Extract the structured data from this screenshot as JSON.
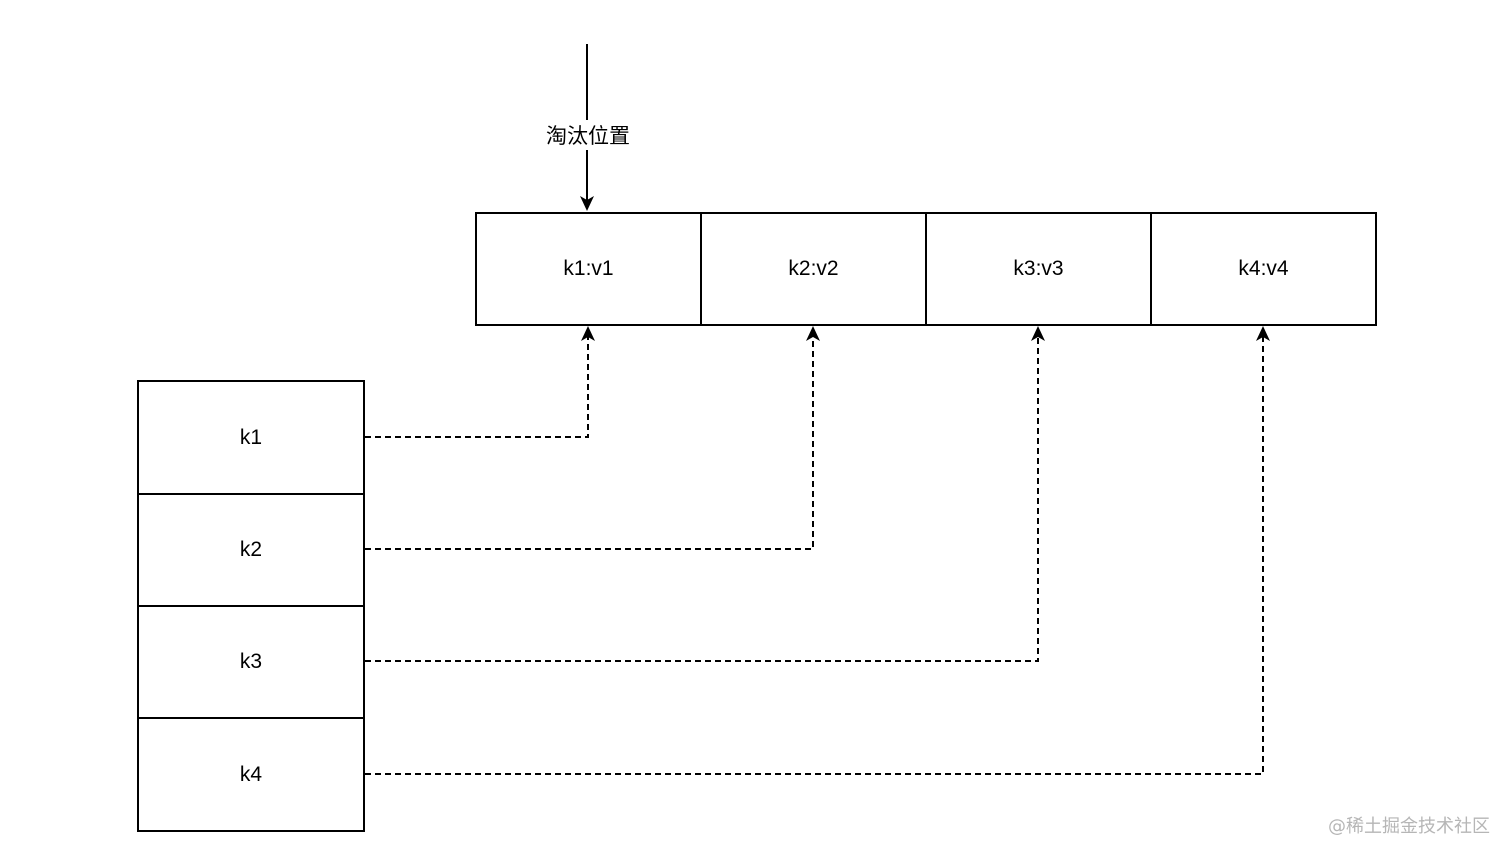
{
  "diagram": {
    "eviction_label": "淘汰位置",
    "array_cells": [
      "k1:v1",
      "k2:v2",
      "k3:v3",
      "k4:v4"
    ],
    "key_cells": [
      "k1",
      "k2",
      "k3",
      "k4"
    ],
    "watermark": "@稀土掘金技术社区"
  }
}
